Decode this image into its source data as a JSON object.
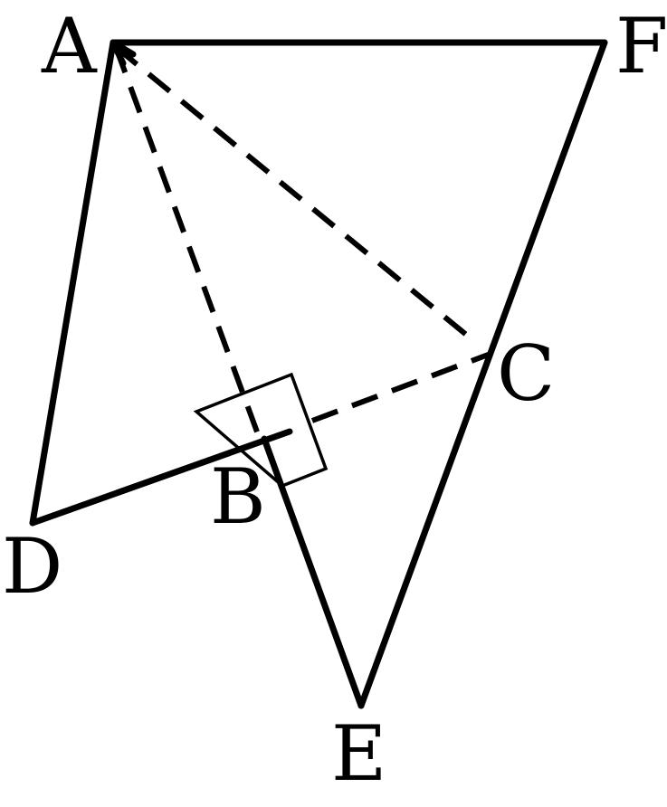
{
  "figure": {
    "points": {
      "A": "A",
      "B": "B",
      "C": "C",
      "D": "D",
      "E": "E",
      "F": "F"
    },
    "segments": [
      {
        "from": "A",
        "to": "F",
        "style": "solid"
      },
      {
        "from": "A",
        "to": "D",
        "style": "solid"
      },
      {
        "from": "D",
        "to": "B",
        "style": "solid"
      },
      {
        "from": "B",
        "to": "E",
        "style": "solid"
      },
      {
        "from": "E",
        "to": "F",
        "style": "solid"
      },
      {
        "from": "A",
        "to": "B",
        "style": "dashed"
      },
      {
        "from": "A",
        "to": "C",
        "style": "dashed"
      },
      {
        "from": "B",
        "to": "C",
        "style": "dashed"
      }
    ],
    "right_angle_at": "B",
    "line_color": "#000000",
    "background": "#ffffff"
  }
}
